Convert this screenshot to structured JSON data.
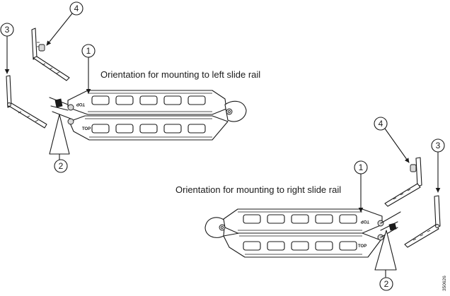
{
  "captions": {
    "left": "Orientation for mounting to left slide rail",
    "right": "Orientation for mounting to right slide rail"
  },
  "callouts": {
    "left": [
      "1",
      "2",
      "3",
      "4"
    ],
    "right": [
      "1",
      "2",
      "3",
      "4"
    ]
  },
  "rail_labels": {
    "top": "TOP"
  },
  "figure_id": "350626"
}
